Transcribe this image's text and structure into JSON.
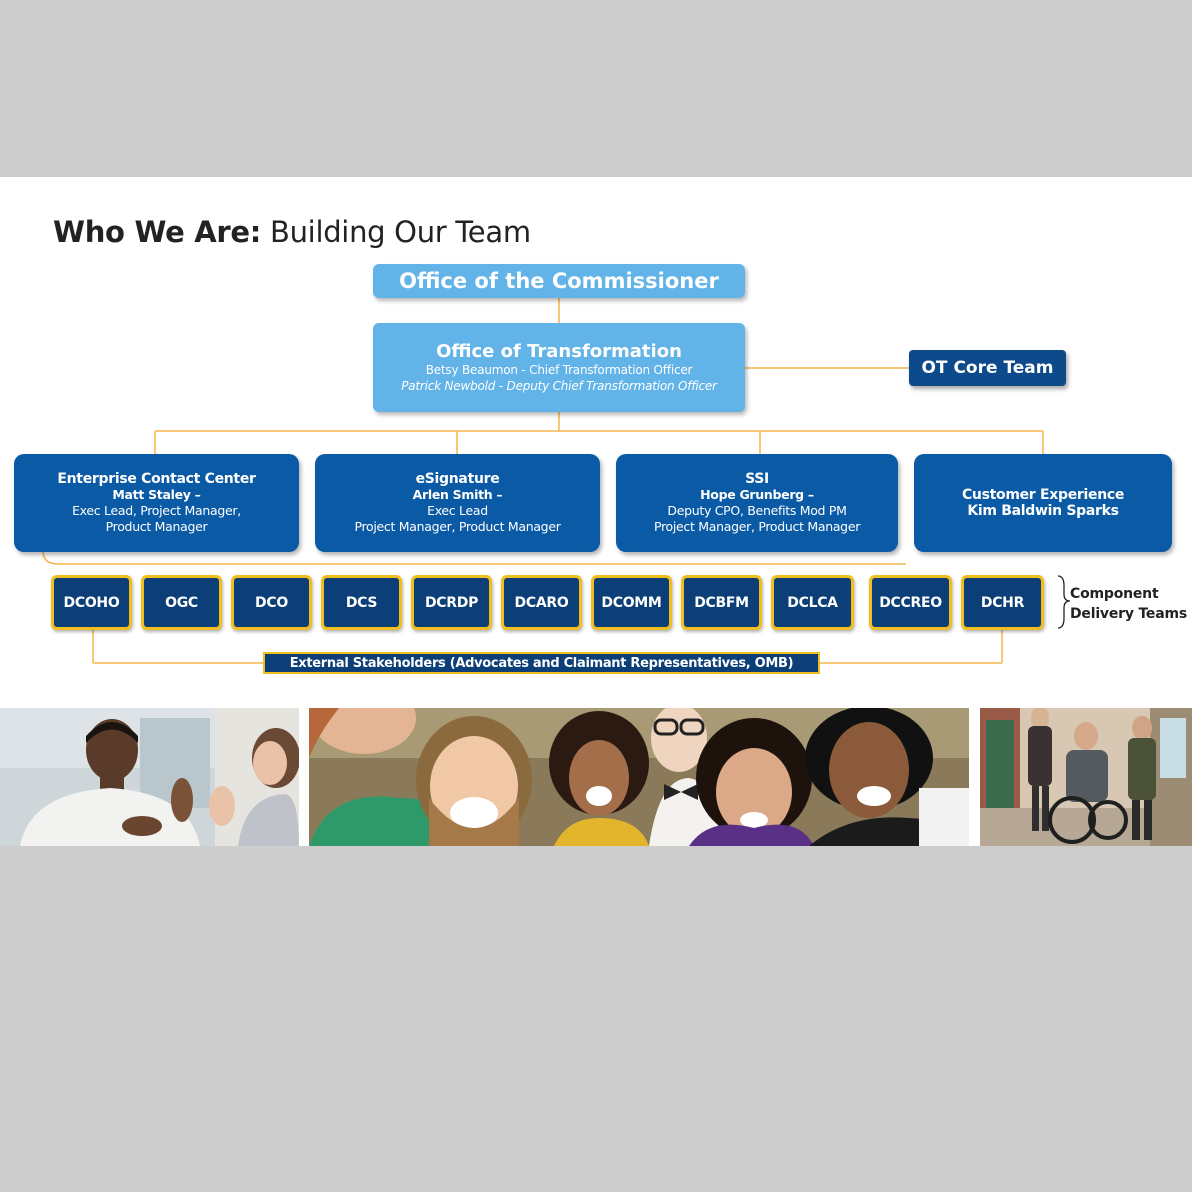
{
  "title": {
    "bold": "Who We Are:",
    "rest": " Building Our Team"
  },
  "commissioner": "Office of the Commissioner",
  "transformation": {
    "name": "Office of Transformation",
    "line1": "Betsy Beaumon - Chief Transformation Officer",
    "line2": "Patrick Newbold - Deputy Chief Transformation Officer"
  },
  "ot_core": "OT Core Team",
  "programs": [
    {
      "title": "Enterprise Contact Center",
      "lead": "Matt Staley –",
      "lines": [
        "Exec Lead, Project Manager,",
        "Product Manager"
      ]
    },
    {
      "title": "eSignature",
      "lead": "Arlen Smith –",
      "lines": [
        "Exec Lead",
        "Project Manager, Product Manager"
      ]
    },
    {
      "title": "SSI",
      "lead": "Hope Grunberg –",
      "lines": [
        "Deputy CPO, Benefits Mod PM",
        "Project Manager, Product Manager"
      ]
    },
    {
      "title": "Customer Experience",
      "lead": "Kim Baldwin Sparks",
      "lines": []
    }
  ],
  "components": [
    "DCOHO",
    "OGC",
    "DCO",
    "DCS",
    "DCRDP",
    "DCARO",
    "DCOMM",
    "DCBFM",
    "DCLCA",
    "DCCREO",
    "DCHR"
  ],
  "component_label": {
    "line1": "Component",
    "line2": "Delivery Teams"
  },
  "external": "External Stakeholders (Advocates and Claimant Representatives, OMB)",
  "colors": {
    "light_blue": "#62b3e8",
    "program_blue": "#0a5aa6",
    "navy": "#0c3f78",
    "gold_border": "#f0bf1d",
    "connector": "#f3b64a"
  }
}
